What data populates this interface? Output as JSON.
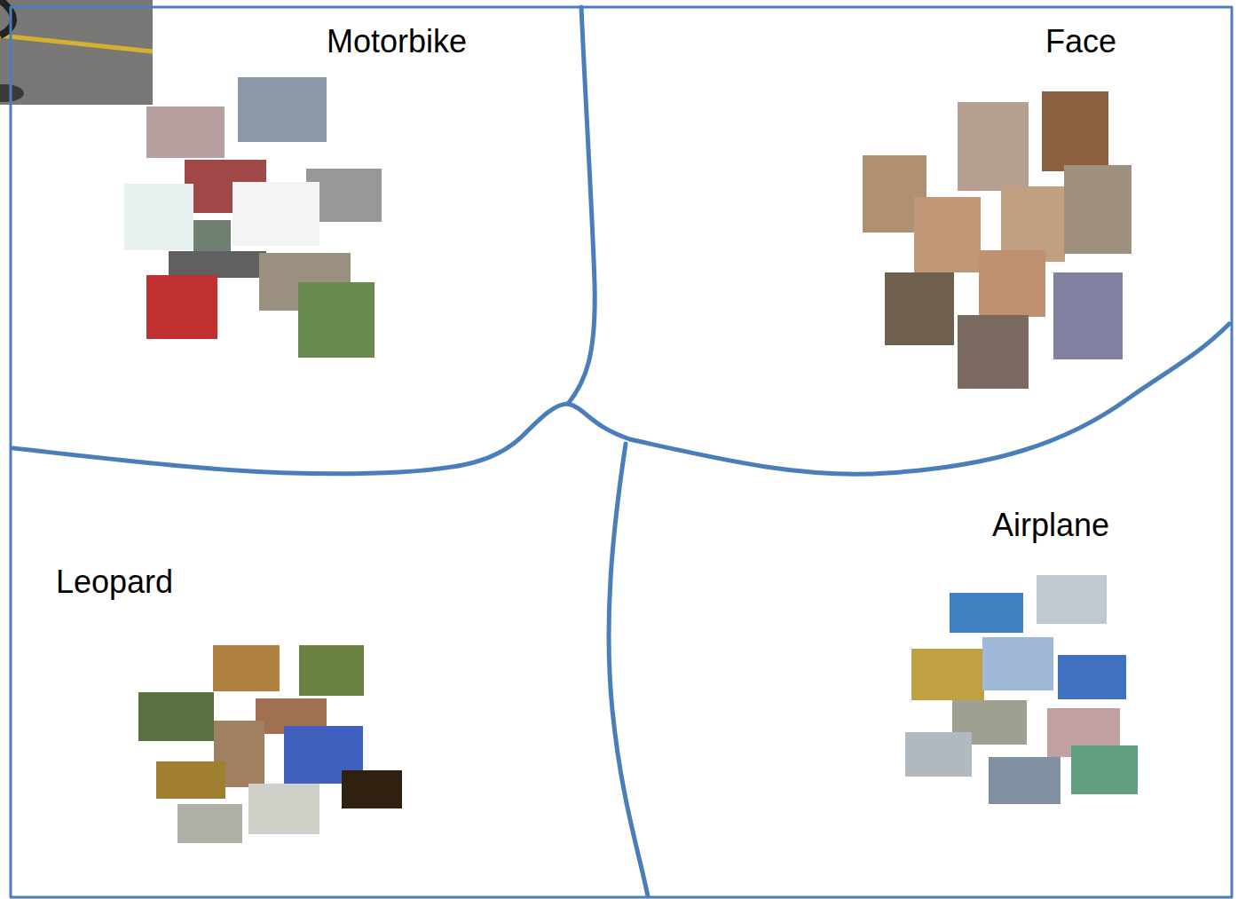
{
  "diagram": {
    "nodes": [
      {
        "text": [
          "Motorbike"
        ]
      },
      {
        "text": [
          "Face"
        ]
      },
      {
        "text": [
          "Leopard"
        ]
      },
      {
        "text": [
          "Airplane"
        ]
      }
    ]
  }
}
